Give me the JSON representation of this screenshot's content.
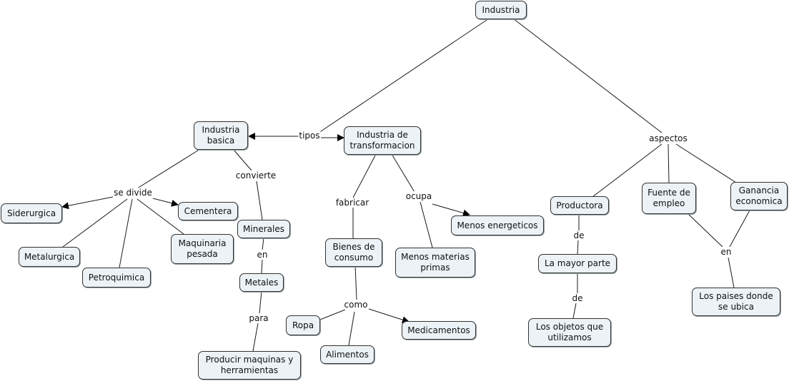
{
  "colors": {
    "node_fill": "#ecf2f5",
    "node_border": "#333333",
    "line": "#1a1a1a",
    "background": "#ffffff"
  },
  "nodes": {
    "industria": "Industria",
    "industria_basica": "Industria\nbasica",
    "industria_transformacion": "Industria de\ntransformacion",
    "siderurgica": "Siderurgica",
    "cementera": "Cementera",
    "metalurgica": "Metalurgica",
    "petroquimica": "Petroquimica",
    "maquinaria_pesada": "Maquinaria\npesada",
    "minerales": "Minerales",
    "metales": "Metales",
    "producir_maquinas": "Producir maquinas y\nherramientas",
    "bienes_consumo": "Bienes de\nconsumo",
    "menos_energeticos": "Menos energeticos",
    "menos_materias_primas": "Menos materias\nprimas",
    "ropa": "Ropa",
    "alimentos": "Alimentos",
    "medicamentos": "Medicamentos",
    "productora": "Productora",
    "fuente_empleo": "Fuente de\nempleo",
    "ganancia_economica": "Ganancia\neconomica",
    "mayor_parte": "La mayor parte",
    "objetos_utilizamos": "Los objetos que\nutilizamos",
    "paises_ubica": "Los paises donde\nse ubica"
  },
  "links": {
    "tipos": "tipos",
    "se_divide": "se divide",
    "convierte": "convierte",
    "en_minerales": "en",
    "para": "para",
    "fabricar": "fabricar",
    "ocupa": "ocupa",
    "como": "como",
    "aspectos": "aspectos",
    "de_1": "de",
    "de_2": "de",
    "en_paises": "en"
  }
}
